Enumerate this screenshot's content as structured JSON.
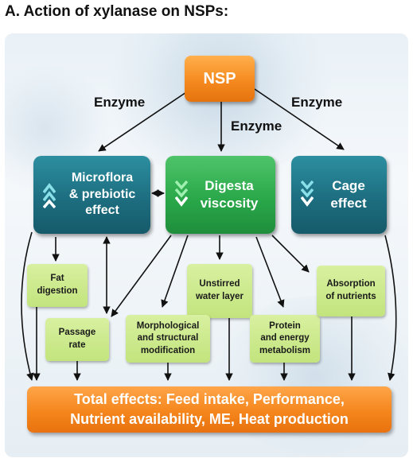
{
  "title": "A. Action of xylanase on NSPs:",
  "nodes": {
    "nsp": "NSP",
    "microflora": [
      "Microflora",
      "& prebiotic",
      "effect"
    ],
    "viscosity": [
      "Digesta",
      "viscosity"
    ],
    "cage": [
      "Cage",
      "effect"
    ],
    "fat": [
      "Fat",
      "digestion"
    ],
    "passage": [
      "Passage",
      "rate"
    ],
    "unstirred": [
      "Unstirred",
      "water layer"
    ],
    "morphological": [
      "Morphological",
      "and structural",
      "modification"
    ],
    "protein": [
      "Protein",
      "and energy",
      "metabolism"
    ],
    "absorption": [
      "Absorption",
      "of nutrients"
    ],
    "total": [
      "Total effects: Feed intake, Performance,",
      "Nutrient availability, ME, Heat production"
    ]
  },
  "edges": {
    "left": "Enzyme",
    "center": "Enzyme",
    "right": "Enzyme"
  },
  "colors": {
    "orange": "#f58a1f",
    "teal": "#1d6e80",
    "green": "#2aa84a",
    "light_green": "#c8e88a"
  },
  "icons": [
    "up-chevron-icon",
    "down-chevron-icon"
  ]
}
